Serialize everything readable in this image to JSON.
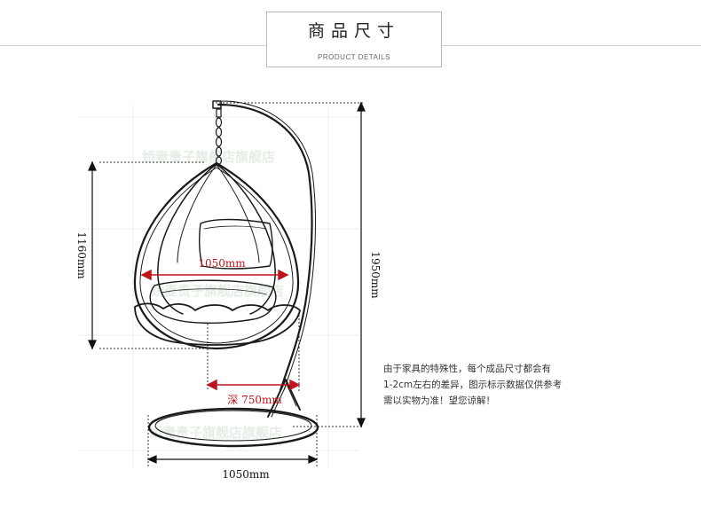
{
  "header": {
    "title": "商品尺寸",
    "subtitle": "PRODUCT DETAILS"
  },
  "dimensions": {
    "width_inner": "1050mm",
    "frame_height": "1160mm",
    "total_height": "1950mm",
    "depth": "深 750mm",
    "base_width": "1050mm"
  },
  "watermark": "娇妻贵子旗舰店旗舰店",
  "note": {
    "line1": "由于家具的特殊性，每个成品尺寸都会有",
    "line2": "1-2cm左右的差异，图示标示数据仅供参考",
    "line3": "需以实物为准！望您谅解！"
  },
  "colors": {
    "dimension_red": "#c0141c",
    "line_dark": "#1a1a1a"
  }
}
